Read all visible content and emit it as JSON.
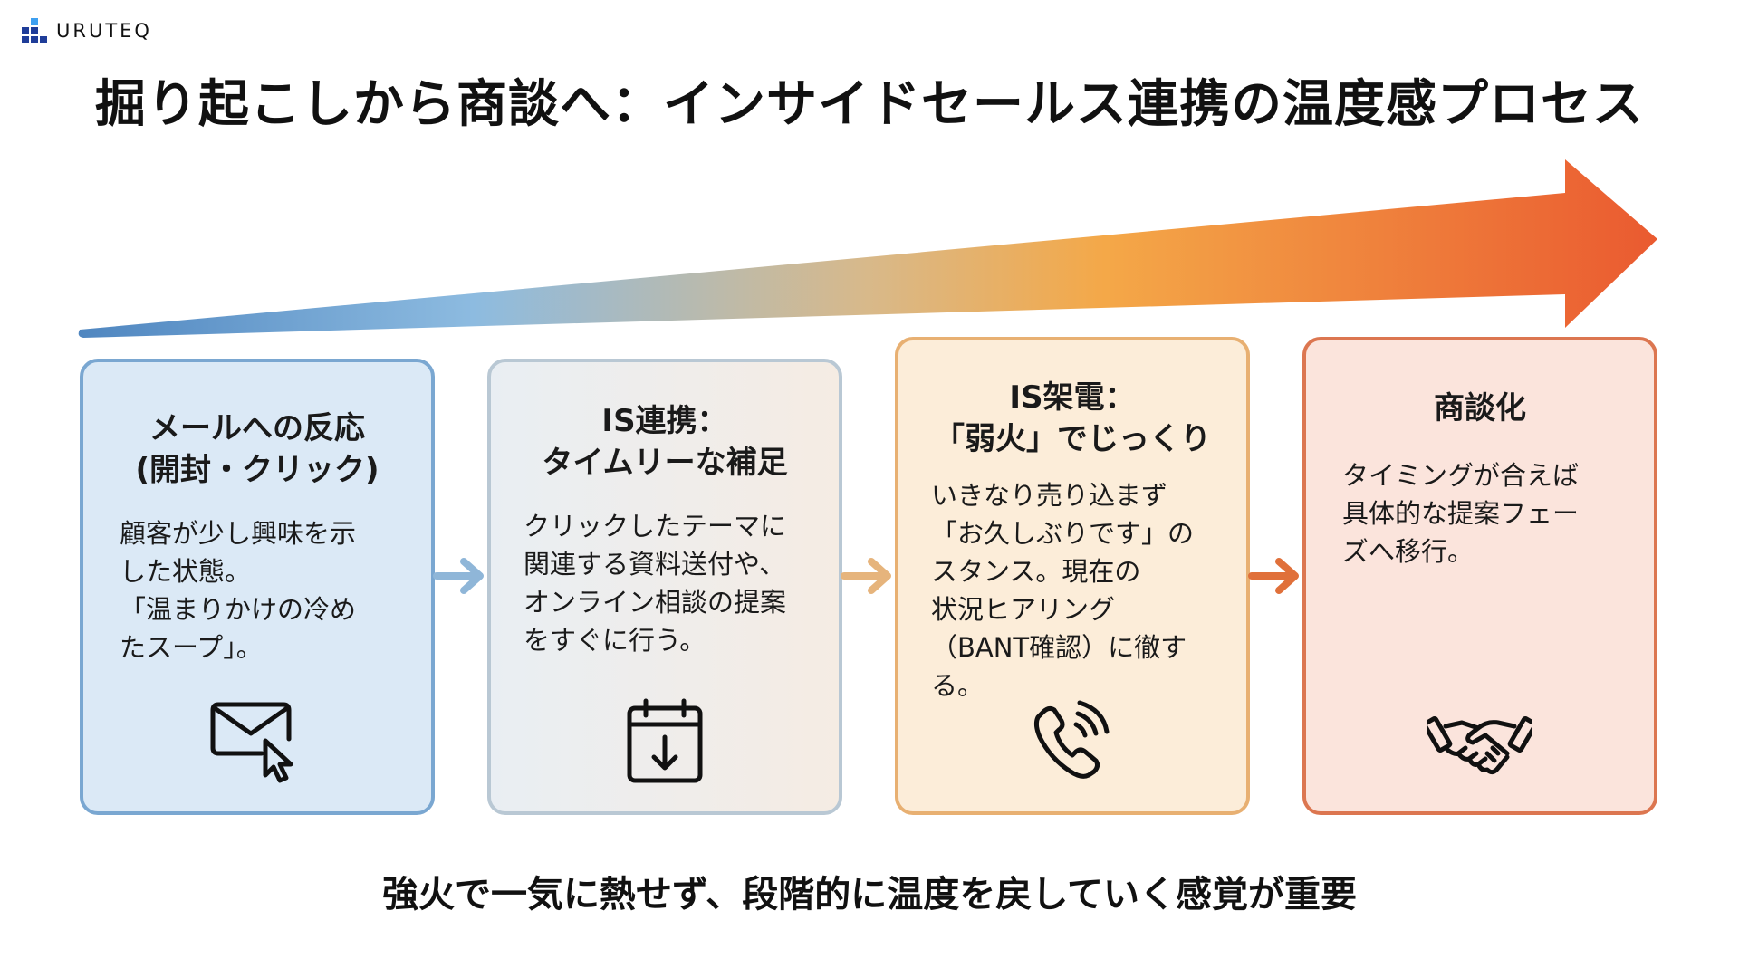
{
  "brand": {
    "logo_icon": "bar-blocks-logo-icon",
    "name": "URUTEQ"
  },
  "title": "掘り起こしから商談へ：インサイドセールス連携の温度感プロセス",
  "temperature_arrow": {
    "icon": "gradient-arrow-right-icon",
    "gradient_colors": [
      "#4f86c0",
      "#8dbbe0",
      "#d8b98a",
      "#f4a848",
      "#ea5a30"
    ]
  },
  "steps": [
    {
      "title_lines": [
        "メールへの反応",
        "(開封・クリック)"
      ],
      "body_lines": [
        "顧客が少し興味を示",
        "した状態。",
        "「温まりかけの冷め",
        "たスープ」。"
      ],
      "icon": "mail-click-icon",
      "border_color": "#7aa7d1",
      "fill_color": "#dbe9f6"
    },
    {
      "title_lines": [
        "IS連携：",
        "タイムリーな補足"
      ],
      "body_lines": [
        "クリックしたテーマに",
        "関連する資料送付や、",
        "オンライン相談の提案",
        "をすぐに行う。"
      ],
      "icon": "calendar-download-icon",
      "border_color": "#b9c8d4",
      "fill_color": "#eef0f1"
    },
    {
      "title_lines": [
        "IS架電：",
        "「弱火」でじっくり"
      ],
      "body_lines": [
        "いきなり売り込まず",
        "「お久しぶりです」の",
        "スタンス。現在の",
        "状況ヒアリング",
        "（BANT確認）に徹す",
        "る。"
      ],
      "icon": "phone-ringing-icon",
      "border_color": "#e8b072",
      "fill_color": "#fcedd9"
    },
    {
      "title_lines": [
        "商談化"
      ],
      "body_lines": [
        "タイミングが合えば",
        "具体的な提案フェー",
        "ズへ移行。"
      ],
      "icon": "handshake-icon",
      "border_color": "#dc7650",
      "fill_color": "#fbe4dc"
    }
  ],
  "connectors": [
    {
      "icon": "arrow-right-icon",
      "color": "#8fb6d8"
    },
    {
      "icon": "arrow-right-icon",
      "color": "#e6b47c"
    },
    {
      "icon": "arrow-right-icon",
      "color": "#e0703a"
    }
  ],
  "footer_note": "強火で一気に熱せず、段階的に温度を戻していく感覚が重要"
}
